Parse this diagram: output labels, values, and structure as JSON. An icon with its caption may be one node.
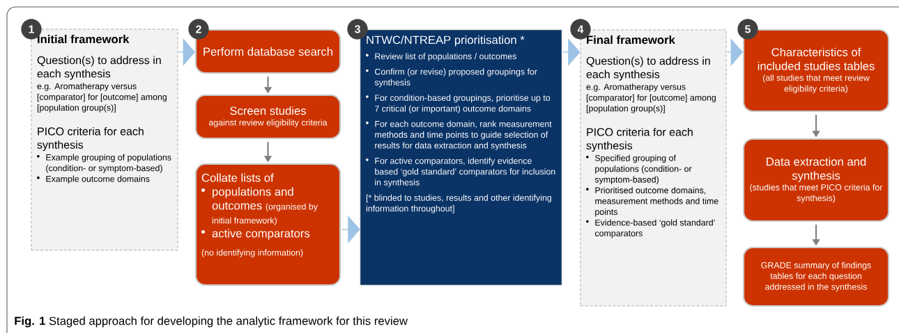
{
  "diagram": {
    "caption": "**Fig. 1** Staged approach for developing the analytic framework for this review",
    "nodes": [
      {
        "text": [
          "1"
        ]
      },
      {
        "text": [
          "Initial framework",
          "Question(s) to address in each synthesis",
          "e.g. Aromatherapy versus [comparator] for [outcome] among [population group(s)]",
          "PICO criteria for each synthesis",
          "Example grouping of populations (condition- or symptom-based)",
          "Example outcome domains"
        ]
      },
      {
        "text": [
          "2"
        ]
      },
      {
        "text": [
          "Perform database search"
        ]
      },
      {
        "text": [
          "Screen studies",
          "against review eligibility criteria"
        ]
      },
      {
        "text": [
          "Collate lists of",
          "populations and outcomes",
          "(organised by initial framework)",
          "active comparators",
          "(no identifying information)"
        ]
      },
      {
        "text": [
          "3"
        ]
      },
      {
        "text": [
          "NTWC/NTREAP prioritisation *",
          "Review list of populations / outcomes",
          "Confirm (or revise) proposed groupings for synthesis",
          "For condition-based groupings, prioritise up to 7 critical (or important) outcome domains",
          "For each outcome domain, rank measurement methods and time points to guide selection of results for data extraction and synthesis",
          "For active comparators, identify evidence based ‘gold standard’ comparators for inclusion in synthesis",
          "[* blinded to studies, results and other identifying information throughout]"
        ]
      },
      {
        "text": [
          "4"
        ]
      },
      {
        "text": [
          "Final framework",
          "Question(s) to address in each synthesis",
          "e.g. Aromatherapy versus [comparator] for [outcome] among [population group(s)]",
          "PICO criteria for each synthesis",
          "Specified grouping of populations (condition- or symptom-based)",
          "Prioritised outcome domains, measurement methods and time points",
          "Evidence-based ‘gold standard’ comparators"
        ]
      },
      {
        "text": [
          "5"
        ]
      },
      {
        "text": [
          "Characteristics of included studies tables",
          "(all studies that meet review eligibility criteria)"
        ]
      },
      {
        "text": [
          "Data extraction and synthesis",
          "(studies that meet PICO criteria for synthesis)"
        ]
      },
      {
        "text": [
          "GRADE summary of findings tables for each question addressed in the synthesis"
        ]
      }
    ],
    "edges": [
      {
        "from": 1,
        "to": 3,
        "arrow": "to",
        "color": "#9dc3e6"
      },
      {
        "from": 3,
        "to": 4,
        "arrow": "to",
        "color": "#7f7f7f"
      },
      {
        "from": 4,
        "to": 5,
        "arrow": "to",
        "color": "#7f7f7f"
      },
      {
        "from": 5,
        "to": 7,
        "arrow": "to",
        "color": "#9dc3e6"
      },
      {
        "from": 7,
        "to": 9,
        "arrow": "to",
        "color": "#9dc3e6"
      },
      {
        "from": 9,
        "to": 11,
        "arrow": "to",
        "color": "#9dc3e6"
      },
      {
        "from": 11,
        "to": 12,
        "arrow": "to",
        "color": "#7f7f7f"
      },
      {
        "from": 12,
        "to": 13,
        "arrow": "to",
        "color": "#7f7f7f"
      }
    ]
  }
}
